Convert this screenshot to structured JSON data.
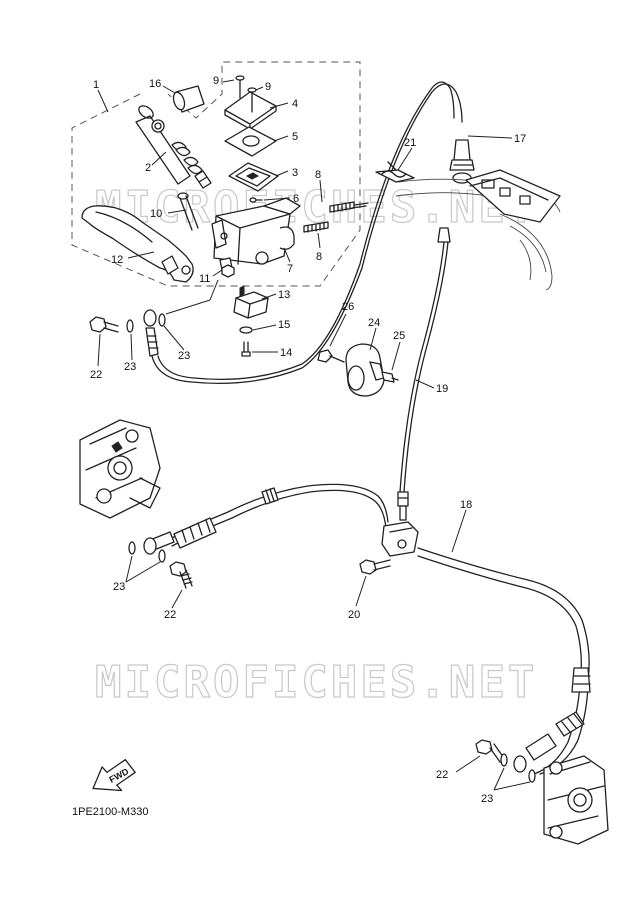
{
  "diagram": {
    "code": "1PE2100-M330",
    "fwd_label": "FWD",
    "watermark": "MICROFICHES.NET"
  },
  "callouts": {
    "c1": "1",
    "c2": "2",
    "c3": "3",
    "c4": "4",
    "c5": "5",
    "c6": "6",
    "c7": "7",
    "c8a": "8",
    "c8b": "8",
    "c9a": "9",
    "c9b": "9",
    "c10": "10",
    "c11": "11",
    "c12": "12",
    "c13": "13",
    "c14": "14",
    "c15": "15",
    "c16": "16",
    "c17": "17",
    "c18": "18",
    "c19": "19",
    "c20": "20",
    "c21": "21",
    "c22a": "22",
    "c22b": "22",
    "c22c": "22",
    "c23a": "23",
    "c23b": "23",
    "c23c": "23",
    "c23d": "23",
    "c24": "24",
    "c25": "25",
    "c26": "26"
  }
}
